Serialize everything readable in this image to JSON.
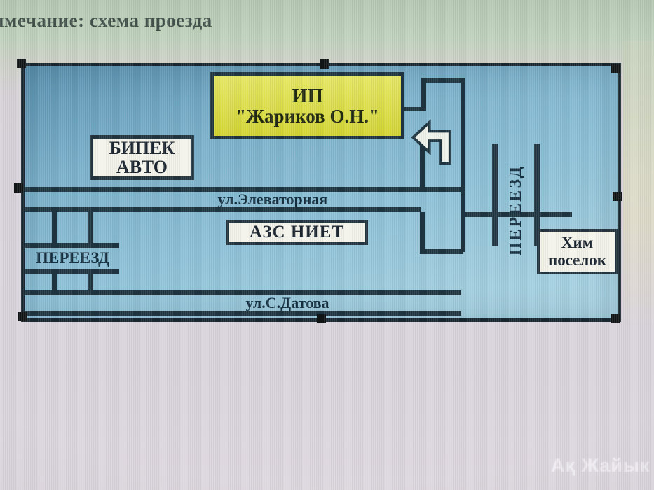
{
  "page": {
    "note": "имечание: схема проезда",
    "watermark": "Ақ Жайык"
  },
  "map": {
    "ip_box": {
      "line1": "ИП",
      "line2": "\"Жариков О.Н.\""
    },
    "bipek_box": {
      "line1": "БИПЕК",
      "line2": "АВТО"
    },
    "azs_box": {
      "label": "АЗС НИЕТ"
    },
    "him_box": {
      "line1": "Хим",
      "line2": "поселок"
    },
    "street_elevatornaya": "ул.Элеваторная",
    "street_datova": "ул.С.Датова",
    "crossing_left": "ПЕРЕЕЗД",
    "crossing_right": "ПЕРЕЕЗД",
    "colors": {
      "map_fill": "#85bcd4",
      "road_line": "#1d333f",
      "ip_fill": "#d8d944",
      "label_box_fill": "#f3f3ea",
      "page_top_strip": "#bed1bb",
      "page_bottom": "#d9d4dc"
    }
  }
}
